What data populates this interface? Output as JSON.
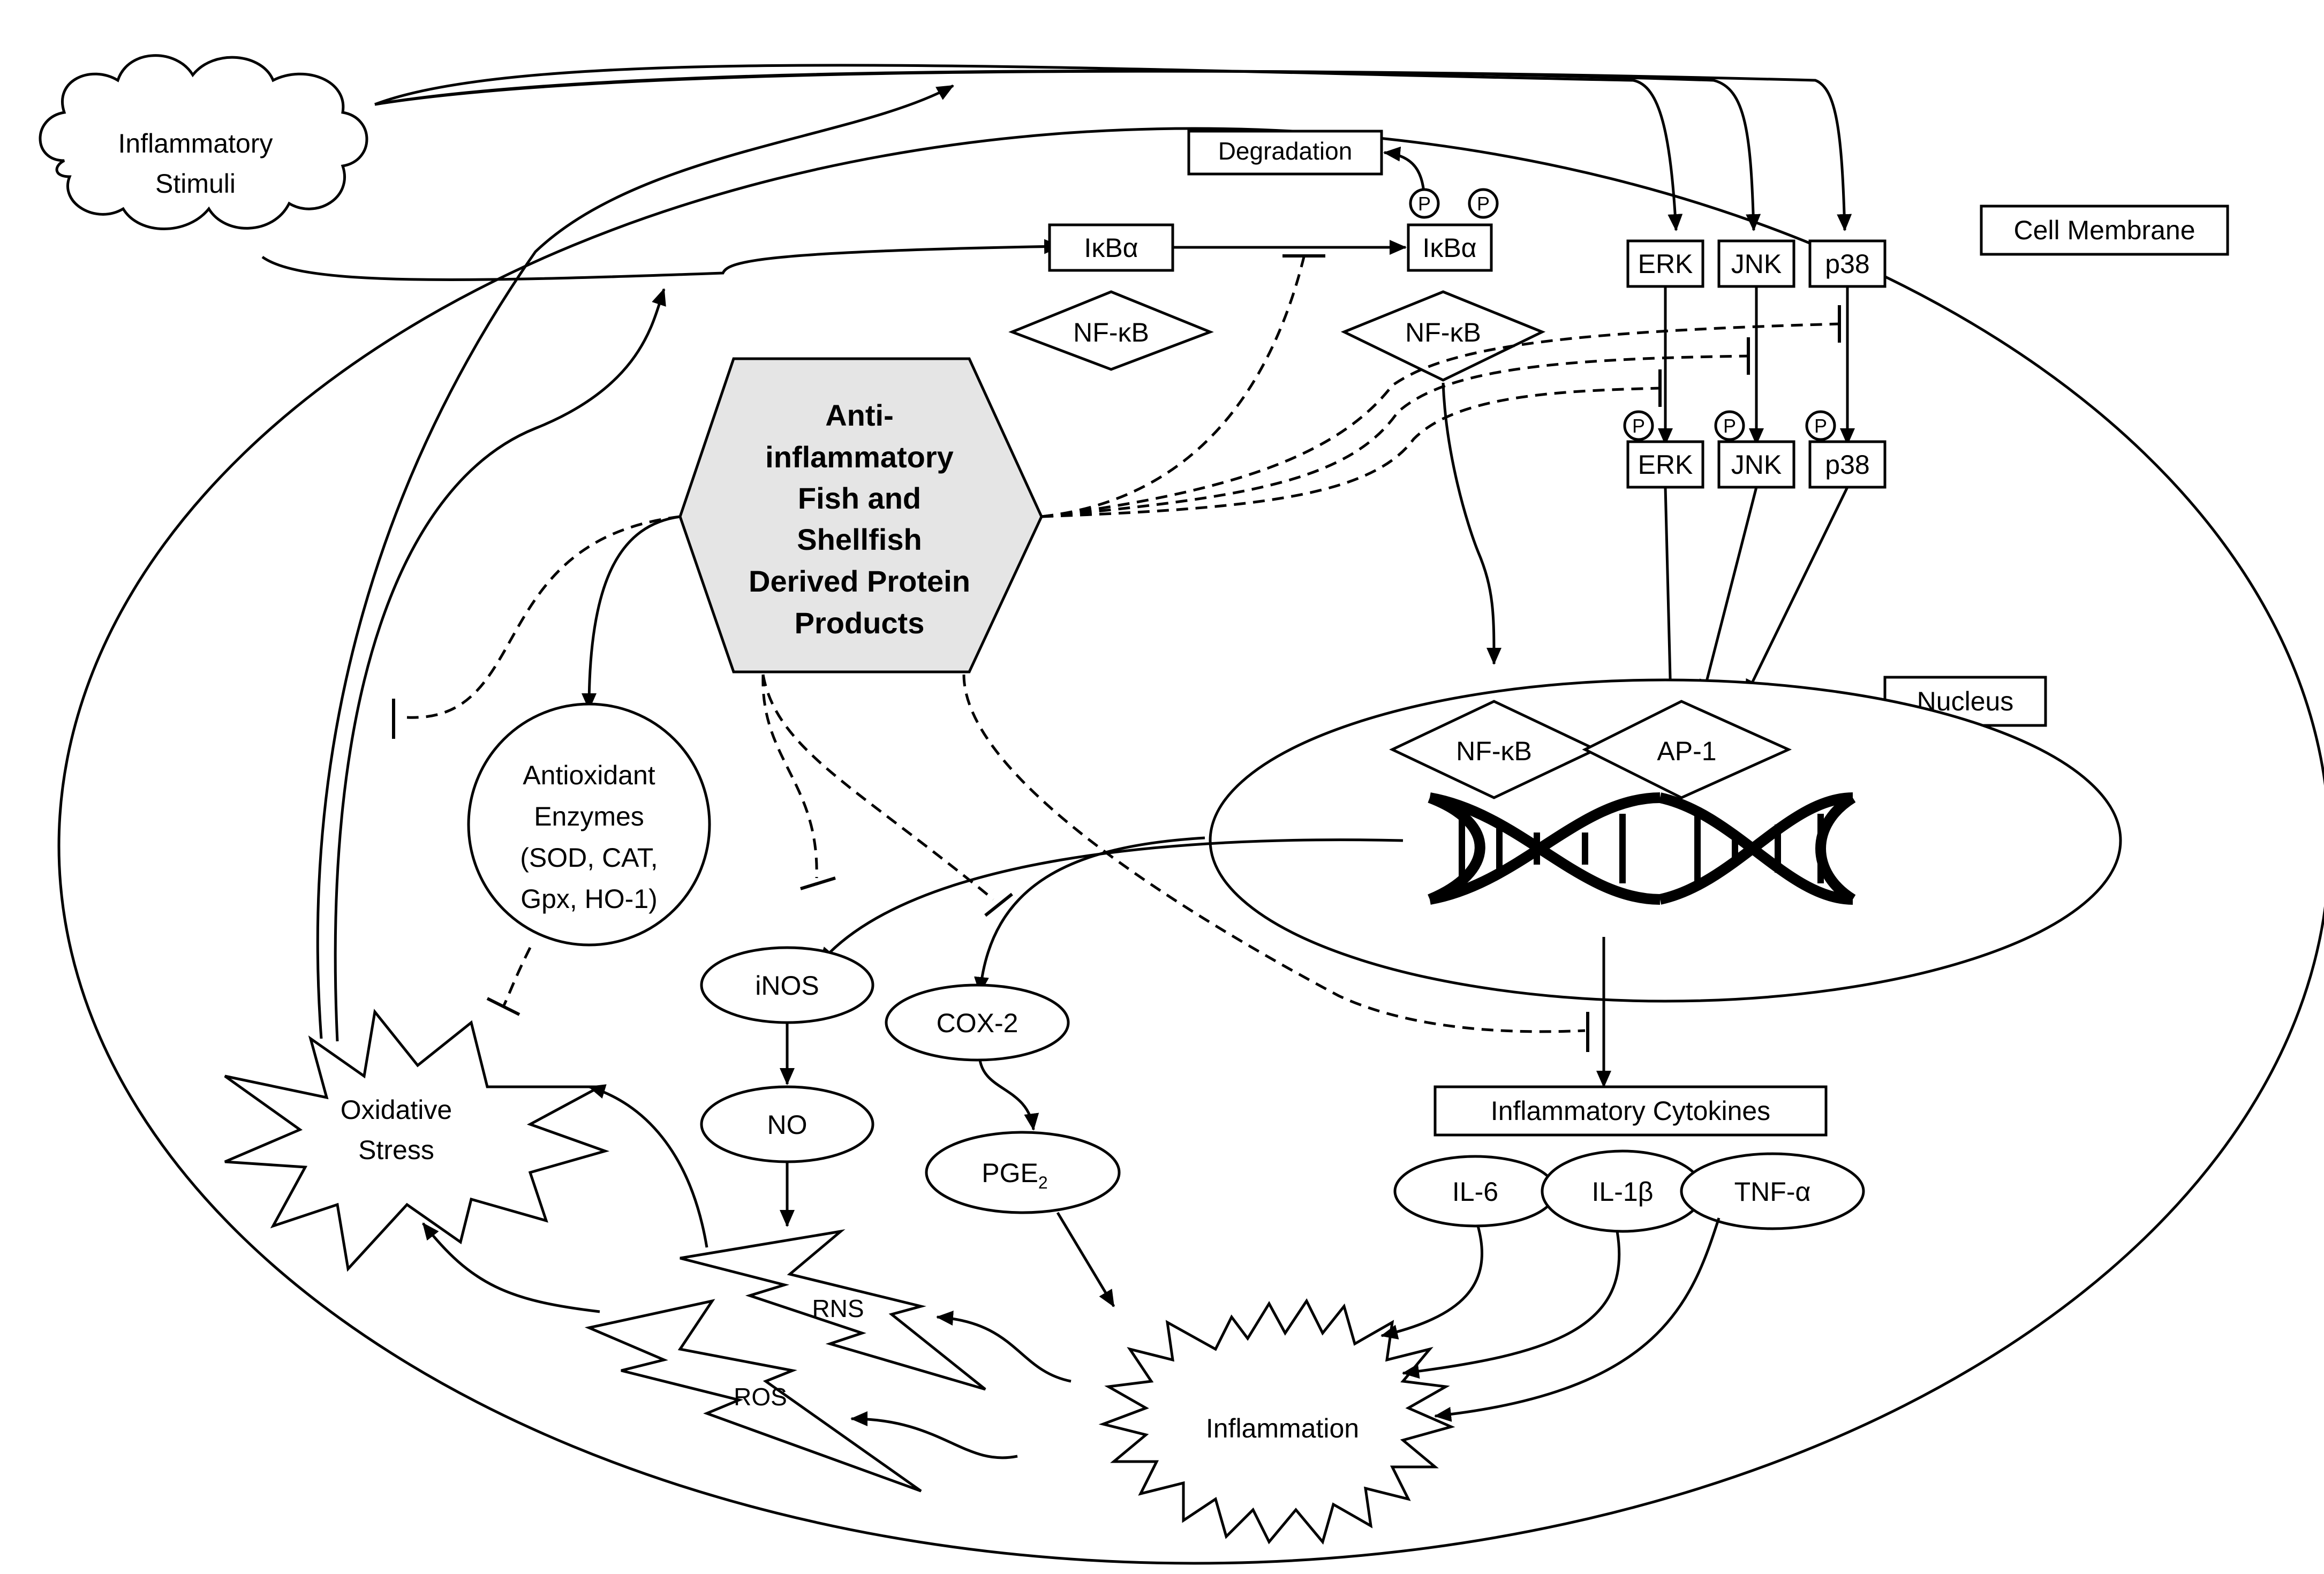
{
  "labels": {
    "inflammatory_stimuli_1": "Inflammatory",
    "inflammatory_stimuli_2": "Stimuli",
    "degradation": "Degradation",
    "ikba": "IκBα",
    "ikba_phos": "IκBα",
    "nfkb_bound": "NF-κB",
    "nfkb_free": "NF-κB",
    "nfkb_nucleus": "NF-κB",
    "ap1": "AP-1",
    "phospho": "P",
    "erk": "ERK",
    "jnk": "JNK",
    "p38": "p38",
    "erk_p": "ERK",
    "jnk_p": "JNK",
    "p38_p": "p38",
    "cell_membrane": "Cell Membrane",
    "nucleus": "Nucleus",
    "hex_1": "Anti-",
    "hex_2": "inflammatory",
    "hex_3": "Fish and",
    "hex_4": "Shellfish",
    "hex_5": "Derived Protein",
    "hex_6": "Products",
    "antiox_1": "Antioxidant",
    "antiox_2": "Enzymes",
    "antiox_3": "(SOD, CAT,",
    "antiox_4": "Gpx, HO-1)",
    "oxidative_1": "Oxidative",
    "oxidative_2": "Stress",
    "inos": "iNOS",
    "no": "NO",
    "cox2": "COX-2",
    "pge2_main": "PGE",
    "pge2_sub": "2",
    "rns": "RNS",
    "ros": "ROS",
    "inflammation": "Inflammation",
    "cytokines": "Inflammatory Cytokines",
    "il6": "IL-6",
    "il1b": "IL-1β",
    "tnfa": "TNF-α"
  },
  "colors": {
    "stroke": "#000000",
    "hexagon_fill": "#e5e5e5",
    "background": "#ffffff"
  }
}
